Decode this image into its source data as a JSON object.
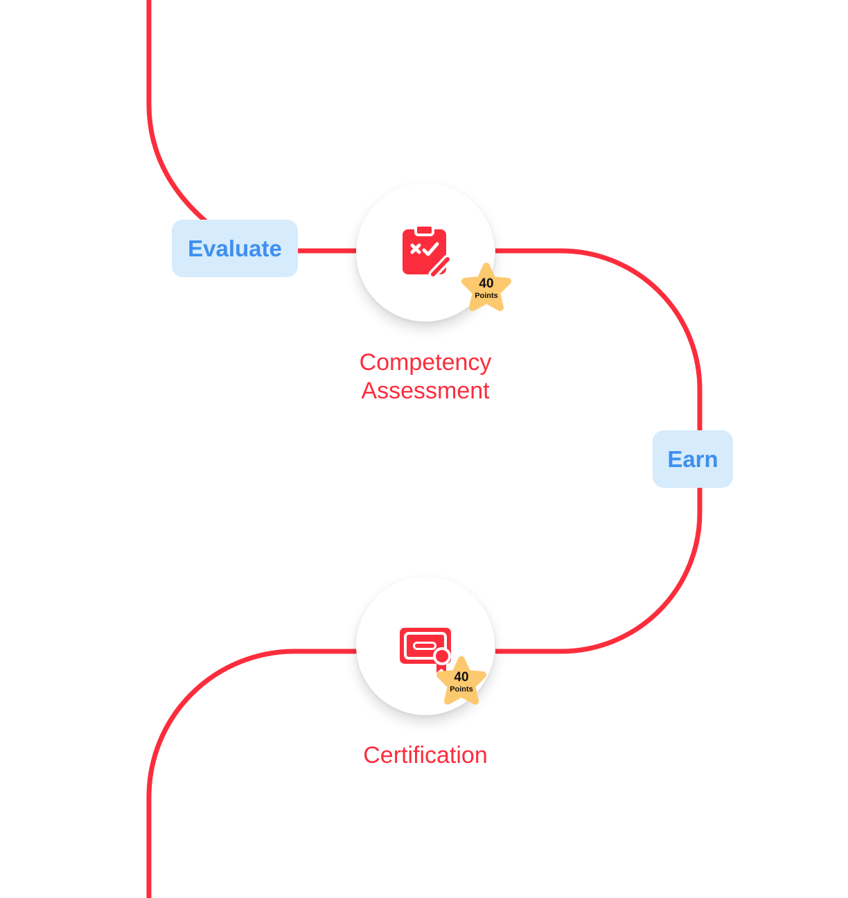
{
  "colors": {
    "path": "#fb2d3c",
    "icon": "#fb2d3c",
    "pill_background": "#d6ebfb",
    "pill_text": "#3d8ff0",
    "star": "#fdc96e",
    "label": "#fb2d3c"
  },
  "connectors": [
    {
      "label": "Evaluate"
    },
    {
      "label": "Earn"
    }
  ],
  "steps": [
    {
      "icon": "clipboard-check-icon",
      "title": "Competency\nAssessment",
      "points": {
        "value": "40",
        "unit": "Points"
      }
    },
    {
      "icon": "certificate-icon",
      "title": "Certification",
      "points": {
        "value": "40",
        "unit": "Points"
      }
    }
  ]
}
